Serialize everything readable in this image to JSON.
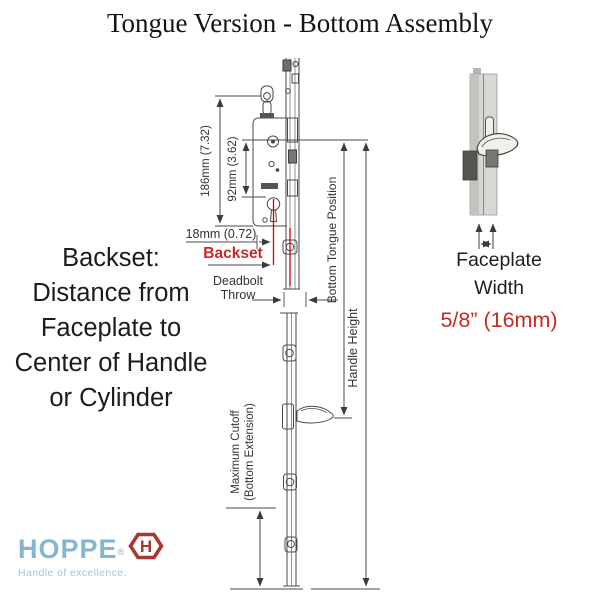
{
  "title": "Tongue Version - Bottom Assembly",
  "left_note": {
    "lines": [
      "Backset:",
      "Distance from",
      "Faceplate to",
      "Center of Handle",
      "or Cylinder"
    ]
  },
  "diagram": {
    "dims": {
      "d186": "186mm (7.32)",
      "d92": "92mm (3.62)",
      "d18": "18mm (0.72)"
    },
    "labels": {
      "backset": "Backset",
      "deadbolt_throw_1": "Deadbolt",
      "deadbolt_throw_2": "Throw",
      "bottom_tongue_position": "Bottom Tongue Position",
      "handle_height": "Handle Height",
      "maximum_cutoff_1": "Maximum Cutoff",
      "maximum_cutoff_2": "(Bottom Extension)"
    }
  },
  "faceplate_detail": {
    "caption": [
      "Faceplate",
      "Width"
    ],
    "value": "5/8” (16mm)"
  },
  "logo": {
    "brand": "HOPPE",
    "registered": "®",
    "monogram": "H",
    "tagline": "Handle of excellence."
  },
  "colors": {
    "line": "#4a4a4a",
    "accent_red": "#c62b22",
    "guide_red": "#cc0000",
    "logo_blue": "#85b6d0",
    "tagline_blue": "#a2c6da",
    "logo_red": "#a8392f"
  }
}
